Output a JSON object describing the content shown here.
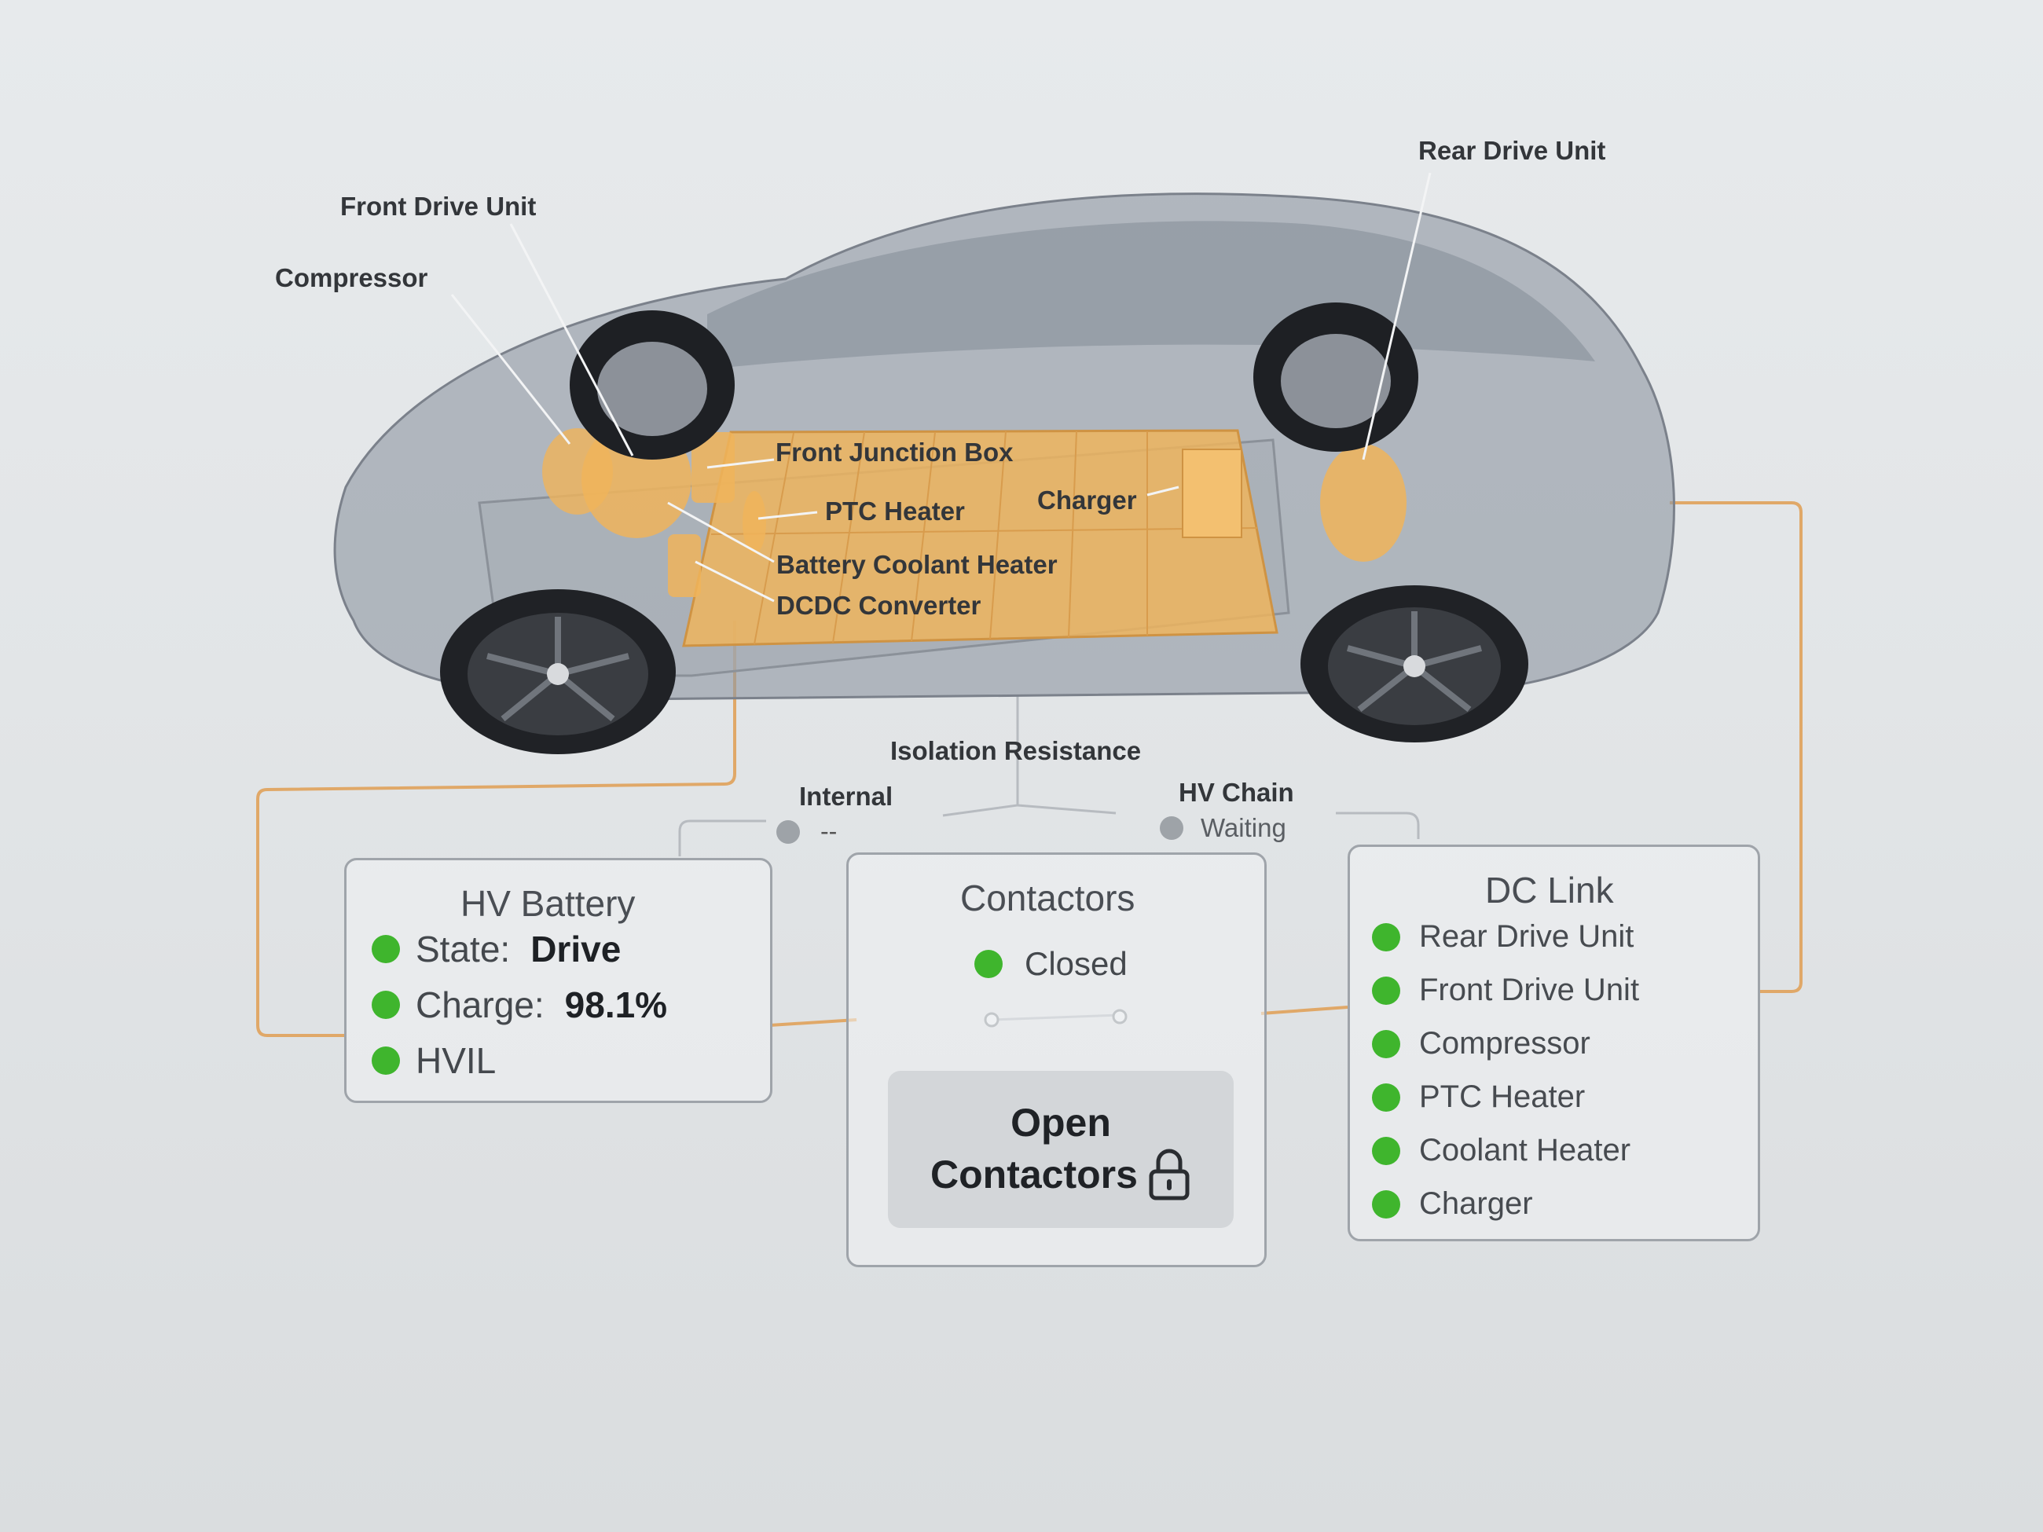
{
  "vehicle_labels": {
    "front_drive_unit": "Front Drive Unit",
    "compressor": "Compressor",
    "rear_drive_unit": "Rear Drive Unit",
    "front_junction_box": "Front Junction Box",
    "ptc_heater": "PTC Heater",
    "charger": "Charger",
    "battery_coolant_heater": "Battery Coolant Heater",
    "dcdc_converter": "DCDC Converter"
  },
  "isolation": {
    "title": "Isolation Resistance",
    "internal_label": "Internal",
    "internal_value": "--",
    "hv_chain_label": "HV Chain",
    "hv_chain_value": "Waiting"
  },
  "hv_battery": {
    "title": "HV Battery",
    "state_label": "State:",
    "state_value": "Drive",
    "charge_label": "Charge:",
    "charge_value": "98.1%",
    "hvil_label": "HVIL"
  },
  "contactors": {
    "title": "Contactors",
    "status": "Closed",
    "button_line1": "Open",
    "button_line2": "Contactors"
  },
  "dc_link": {
    "title": "DC Link",
    "items": [
      "Rear Drive Unit",
      "Front Drive Unit",
      "Compressor",
      "PTC Heater",
      "Coolant Heater",
      "Charger"
    ]
  },
  "colors": {
    "status_ok": "#3fb52d",
    "status_idle": "#9ea3a8",
    "hv_wire": "#e0a868",
    "component": "#f0b45a"
  },
  "icons": {
    "lock": "lock-icon"
  }
}
